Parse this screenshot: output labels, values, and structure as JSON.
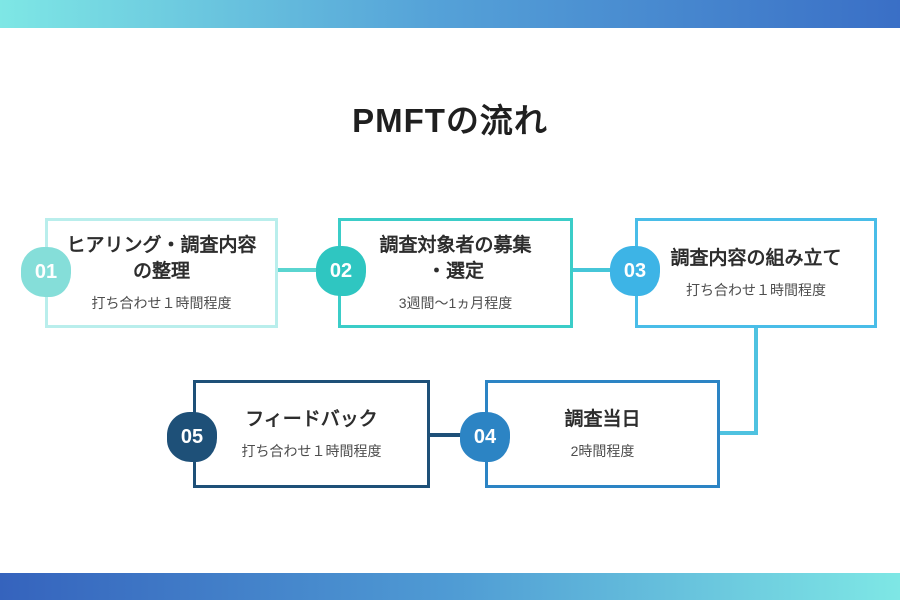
{
  "title": "PMFTの流れ",
  "steps": [
    {
      "number": "01",
      "title_line1": "ヒアリング・調査内容",
      "title_line2": "の整理",
      "duration": "打ち合わせ１時間程度"
    },
    {
      "number": "02",
      "title_line1": "調査対象者の募集",
      "title_line2": "・選定",
      "duration": "3週間〜1ヵ月程度"
    },
    {
      "number": "03",
      "title_line1": "調査内容の組み立て",
      "title_line2": "",
      "duration": "打ち合わせ１時間程度"
    },
    {
      "number": "04",
      "title_line1": "調査当日",
      "title_line2": "",
      "duration": "2時間程度"
    },
    {
      "number": "05",
      "title_line1": "フィードバック",
      "title_line2": "",
      "duration": "打ち合わせ１時間程度"
    }
  ],
  "colors": {
    "step01_accent": "#85ded9",
    "step01_border": "#b9eeec",
    "step02_accent": "#2fc6c1",
    "step02_border": "#3bcdc8",
    "step03_accent": "#3db4e6",
    "step03_border": "#49bde8",
    "step04_accent": "#2c84c4",
    "step04_border": "#2c84c4",
    "step05_accent": "#1e5078",
    "step05_border": "#1e5078",
    "connector_12": "#5ad5d0",
    "connector_23": "#46c6d8",
    "connector_34": "#4fc2e0",
    "connector_54": "#1e5078",
    "gradient_light": "#7ee7e5",
    "gradient_dark": "#3a6fc6",
    "title_text": "#1f1f1f",
    "body_text": "#2d2d2d",
    "duration_text": "#4e4e4e"
  }
}
